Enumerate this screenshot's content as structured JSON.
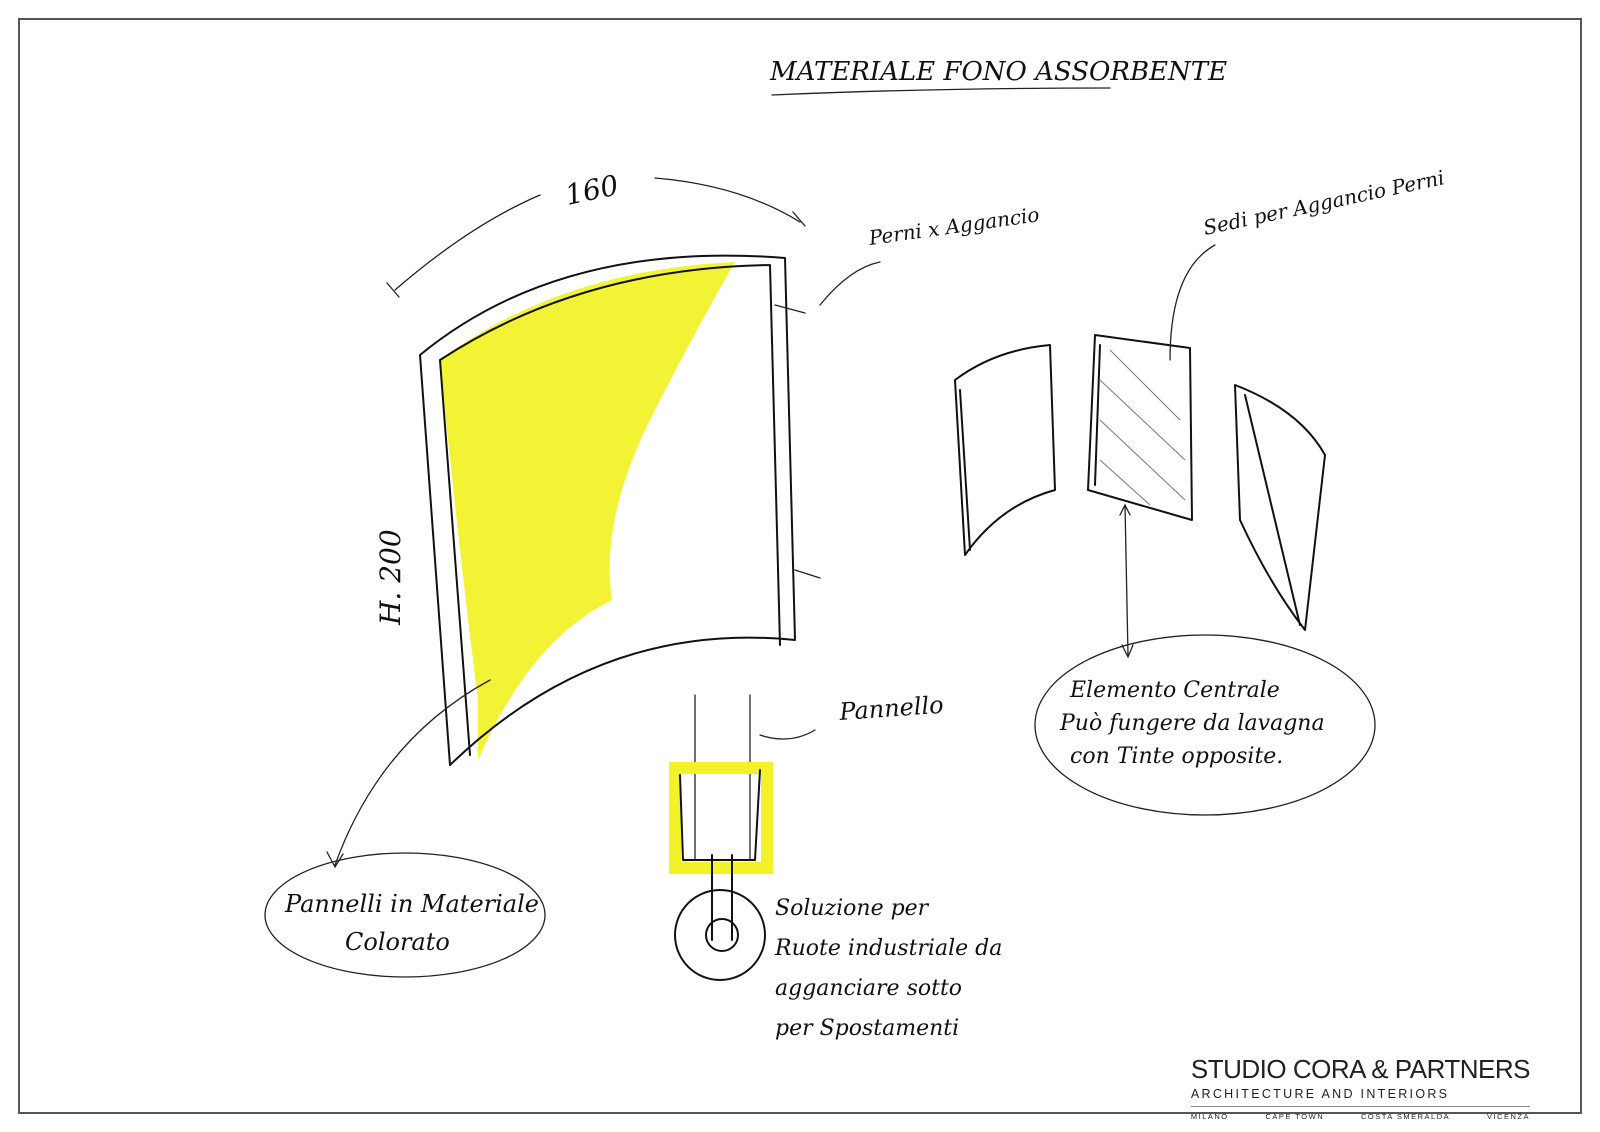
{
  "title": "MATERIALE FONO ASSORBENTE",
  "dimensions": {
    "width": "160",
    "height": "H. 200"
  },
  "annotations": {
    "pins": "Perni x Aggancio",
    "seats": "Sedi per Aggancio Perni",
    "panel_label": "Pannello",
    "central_element": [
      "Elemento Centrale",
      "Può fungere da lavagna",
      "con Tinte opposite."
    ],
    "colored_panels": [
      "Pannelli in Materiale",
      "Colorato"
    ],
    "wheels": [
      "Soluzione per",
      "Ruote industriale da",
      "agganciare sotto",
      "per Spostamenti"
    ]
  },
  "colors": {
    "highlight": "#f2f22a",
    "ink": "#111111"
  },
  "logo": {
    "name": "STUDIO CORA & PARTNERS",
    "subtitle": "ARCHITECTURE AND INTERIORS",
    "cities": [
      "MILANO",
      "CAPE TOWN",
      "COSTA SMERALDA",
      "VICENZA"
    ]
  }
}
